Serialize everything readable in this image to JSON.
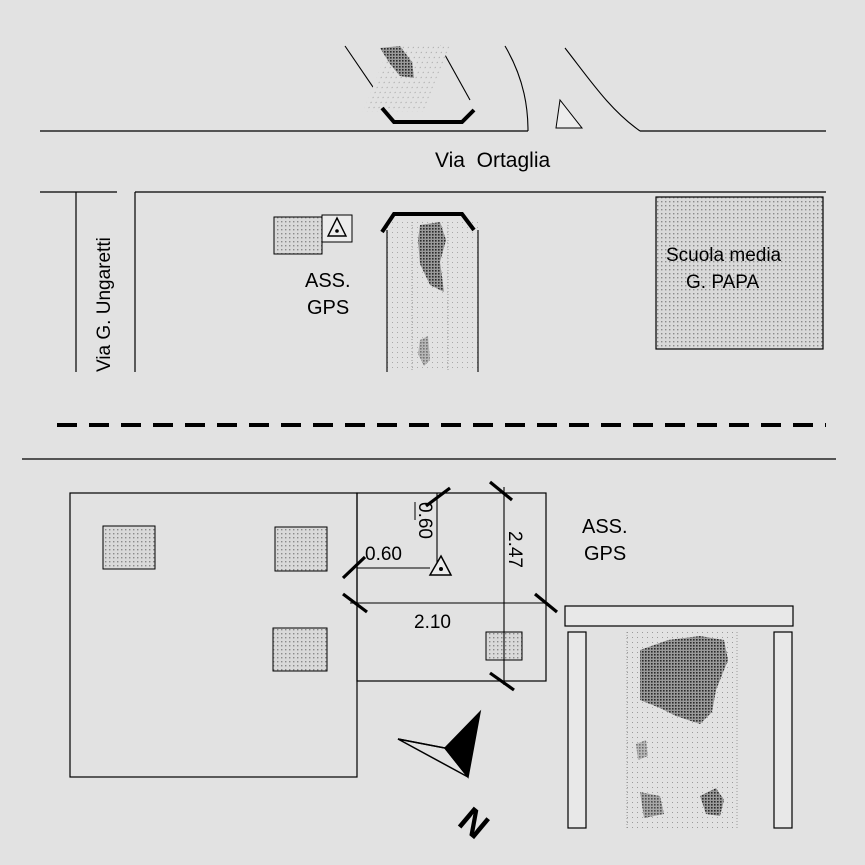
{
  "streets": {
    "top": "Via  Ortaglia",
    "left": "Via G. Ungaretti"
  },
  "buildings": {
    "school_line1": "Scuola media",
    "school_line2": "G. PAPA"
  },
  "markers": {
    "north_label_line1": "ASS.",
    "north_label_line2": "GPS",
    "detail_label_line1": "ASS.",
    "detail_label_line2": "GPS"
  },
  "dimensions": {
    "offset_top": "0.60",
    "offset_left": "0.60",
    "width": "2.10",
    "depth": "2.47"
  },
  "compass": {
    "label": "N"
  },
  "colors": {
    "background": "#e2e2e2",
    "line": "#000000",
    "dotted_fill": "#bdbdbd",
    "dark_patch": "#6a6a6a"
  }
}
